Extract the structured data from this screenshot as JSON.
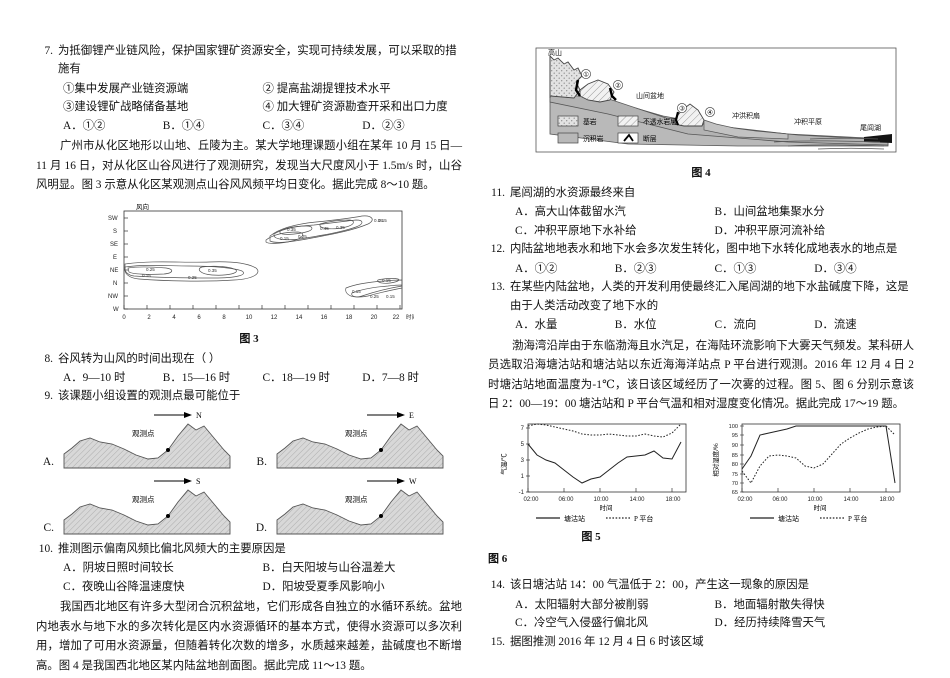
{
  "left": {
    "q7": {
      "num": "7.",
      "stem": "为抵御锂产业链风险，保护国家锂矿资源安全，实现可持续发展，可以采取的措施有",
      "items": [
        "①集中发展产业链资源端",
        "② 提高盐湖提锂技术水平",
        "③建设锂矿战略储备基地",
        "④ 加大锂矿资源勘查开采和出口力度"
      ],
      "options": [
        "A．①②",
        "B．①④",
        "C．③④",
        "D．②③"
      ]
    },
    "intro1": "广州市从化区地形以山地、丘陵为主。某大学地理课题小组在某年 10 月 15 日—11 月 16 日，对从化区山谷风进行了观测研究，发现当大尺度风小于 1.5m/s 时，山谷风明显。图 3 示意从化区某观测点山谷风风频平均日变化。据此完成 8～10 题。",
    "fig3_caption": "图 3",
    "q8": {
      "num": "8.",
      "stem": "谷风转为山风的时间出现在（        ）",
      "options": [
        "A．9—10 时",
        "B．15—16 时",
        "C．18—19 时",
        "D．7—8 时"
      ]
    },
    "q9": {
      "num": "9.",
      "stem": "该课题小组设置的观测点最可能位于",
      "choices": [
        {
          "label": "A.",
          "arrow": "N",
          "point": "观测点"
        },
        {
          "label": "B.",
          "arrow": "E",
          "point": "观测点"
        },
        {
          "label": "C.",
          "arrow": "S",
          "point": "观测点"
        },
        {
          "label": "D.",
          "arrow": "W",
          "point": "观测点"
        }
      ]
    },
    "q10": {
      "num": "10.",
      "stem": "推测图示偏南风频比偏北风频大的主要原因是",
      "options": [
        "A．阴坡日照时间较长",
        "B．白天阳坡与山谷温差大",
        "C．夜晚山谷降温速度快",
        "D．阳坡受夏季风影响小"
      ]
    },
    "intro2": "我国西北地区有许多大型闭合沉积盆地，它们形成各自独立的水循环系统。盆地内地表水与地下水的多次转化是区内水资源循环的基本方式，使得水资源可以多次利用，增加了可用水资源量，但随着转化次数的增多，水质越来越差，盐碱度也不断增高。图 4 是我国西北地区某内陆盆地剖面图。据此完成 11～13 题。"
  },
  "right": {
    "fig4": {
      "caption": "图 4",
      "labels": {
        "mountain": "高山",
        "basin": "山间盆地",
        "alluvial_fan": "冲洪积扇",
        "alluvial_plain": "冲积平原",
        "terminal_lake": "尾闾湖",
        "points": [
          "①",
          "②",
          "③",
          "④"
        ]
      },
      "legend": [
        "基岩",
        "不透水岩层",
        "沉积岩",
        "断层"
      ]
    },
    "q11": {
      "num": "11.",
      "stem": "尾闾湖的水资源最终来自",
      "options": [
        "A．高大山体截留水汽",
        "B．山间盆地集聚水分",
        "C．冲积平原地下水补给",
        "D．冲积平原河流补给"
      ]
    },
    "q12": {
      "num": "12.",
      "stem": "内陆盆地地表水和地下水会多次发生转化，图中地下水转化成地表水的地点是",
      "options": [
        "A．①②",
        "B．②③",
        "C．①③",
        "D．③④"
      ]
    },
    "q13": {
      "num": "13.",
      "stem": "在某些内陆盆地，人类的开发利用使最终汇入尾闾湖的地下水盐碱度下降，这是由于人类活动改变了地下水的",
      "options": [
        "A．水量",
        "B．水位",
        "C．流向",
        "D．流速"
      ]
    },
    "intro3": "渤海湾沿岸由于东临渤海且水汽足，在海陆环流影响下大雾天气频发。某科研人员选取沿海塘沽站和塘沽站以东近海海洋站点 P 平台进行观测。2016 年 12 月 4 日 2 时塘沽站地面温度为-1℃，该日该区域经历了一次雾的过程。图 5、图 6 分别示意该日 2：00—19：00 塘沽站和 P 平台气温和相对湿度变化情况。据此完成 17～19 题。",
    "fig5_caption": "图 5",
    "fig6_caption": "图 6",
    "q14": {
      "num": "14.",
      "stem": "该日塘沽站 14：00 气温低于 2：00，产生这一现象的原因是",
      "options": [
        "A．太阳辐射大部分被削弱",
        "B．地面辐射散失得快",
        "C．冷空气入侵盛行偏北风",
        "D．经历持续降雪天气"
      ]
    },
    "q15": {
      "num": "15.",
      "stem": "据图推测 2016 年 12 月 4 日 6 时该区域"
    }
  },
  "chart_data": [
    {
      "id": "fig3",
      "type": "contour",
      "title": "图 3",
      "xlabel": "时间",
      "ylabel": "风向",
      "x_ticks": [
        "0",
        "2",
        "4",
        "6",
        "8",
        "10",
        "12",
        "14",
        "16",
        "18",
        "20",
        "22"
      ],
      "y_ticks": [
        "W",
        "NW",
        "N",
        "NE",
        "E",
        "SE",
        "S",
        "SW"
      ],
      "y_ticks_top_to_bottom": [
        "SW",
        "S",
        "SE",
        "E",
        "NE",
        "N",
        "NW",
        "W"
      ],
      "contour_levels": [
        0.15,
        0.25,
        0.35
      ],
      "contour_labels": [
        "0.15",
        "0.25",
        "0.35",
        "0.45"
      ],
      "description": "山谷风风频平均日变化等值线图：夜间至上午 NE 向高频（山风），午后至傍晚 S—SW 向高频（谷风）",
      "features": [
        {
          "name": "night-valley-NE-lobe",
          "x_range": [
            0,
            10
          ],
          "y_center": "NE",
          "peak": 0.35
        },
        {
          "name": "afternoon-SW-lobe",
          "x_range": [
            11,
            19
          ],
          "y_center": "S-SW",
          "peak": 0.45
        },
        {
          "name": "evening-NW-N-lobe",
          "x_range": [
            18,
            23
          ],
          "y_center": "NW-N",
          "peak": 0.25
        }
      ]
    },
    {
      "id": "fig5",
      "type": "line",
      "title": "图 5",
      "xlabel": "时间",
      "ylabel": "气温/℃",
      "ylim": [
        -1,
        8
      ],
      "y_ticks": [
        -1,
        1,
        3,
        5,
        7
      ],
      "x_ticks": [
        "02:00",
        "06:00",
        "10:00",
        "14:00",
        "18:00"
      ],
      "legend": [
        "塘沽站",
        "P 平台"
      ],
      "legend_position": "bottom",
      "x": [
        2,
        3,
        4,
        5,
        6,
        7,
        8,
        9,
        10,
        11,
        12,
        13,
        14,
        15,
        16,
        17,
        18,
        19
      ],
      "series": [
        {
          "name": "塘沽站",
          "style": "solid",
          "values": [
            5.0,
            3.6,
            3.0,
            2.6,
            1.8,
            1.0,
            0.3,
            0.8,
            1.0,
            1.8,
            2.6,
            3.4,
            3.5,
            3.6,
            4.1,
            3.3,
            3.2,
            5.3
          ]
        },
        {
          "name": "P 平台",
          "style": "dotted",
          "values": [
            7.3,
            7.5,
            7.4,
            7.2,
            7.0,
            6.8,
            6.5,
            6.4,
            6.4,
            6.5,
            6.4,
            6.3,
            6.3,
            6.5,
            6.3,
            6.2,
            6.6,
            7.5
          ]
        }
      ]
    },
    {
      "id": "fig6",
      "type": "line",
      "title": "图 6",
      "xlabel": "时间",
      "ylabel": "相对湿度/%",
      "ylim": [
        65,
        101
      ],
      "y_ticks": [
        65,
        70,
        75,
        80,
        85,
        90,
        95,
        100
      ],
      "x_ticks": [
        "02:00",
        "06:00",
        "10:00",
        "14:00",
        "18:00"
      ],
      "legend": [
        "塘沽站",
        "P 平台"
      ],
      "legend_position": "bottom",
      "x": [
        2,
        3,
        4,
        5,
        6,
        7,
        8,
        9,
        10,
        11,
        12,
        13,
        14,
        15,
        16,
        17,
        18,
        19
      ],
      "series": [
        {
          "name": "塘沽站",
          "style": "solid",
          "values": [
            77,
            84,
            95,
            96,
            97,
            98,
            100,
            100,
            100,
            100,
            100,
            100,
            100,
            100,
            100,
            100,
            100,
            70
          ]
        },
        {
          "name": "P 平台",
          "style": "dotted",
          "values": [
            76,
            69,
            78,
            84,
            85,
            84,
            83,
            79,
            78,
            80,
            86,
            91,
            94,
            96,
            98,
            99,
            100,
            95
          ]
        }
      ]
    }
  ]
}
